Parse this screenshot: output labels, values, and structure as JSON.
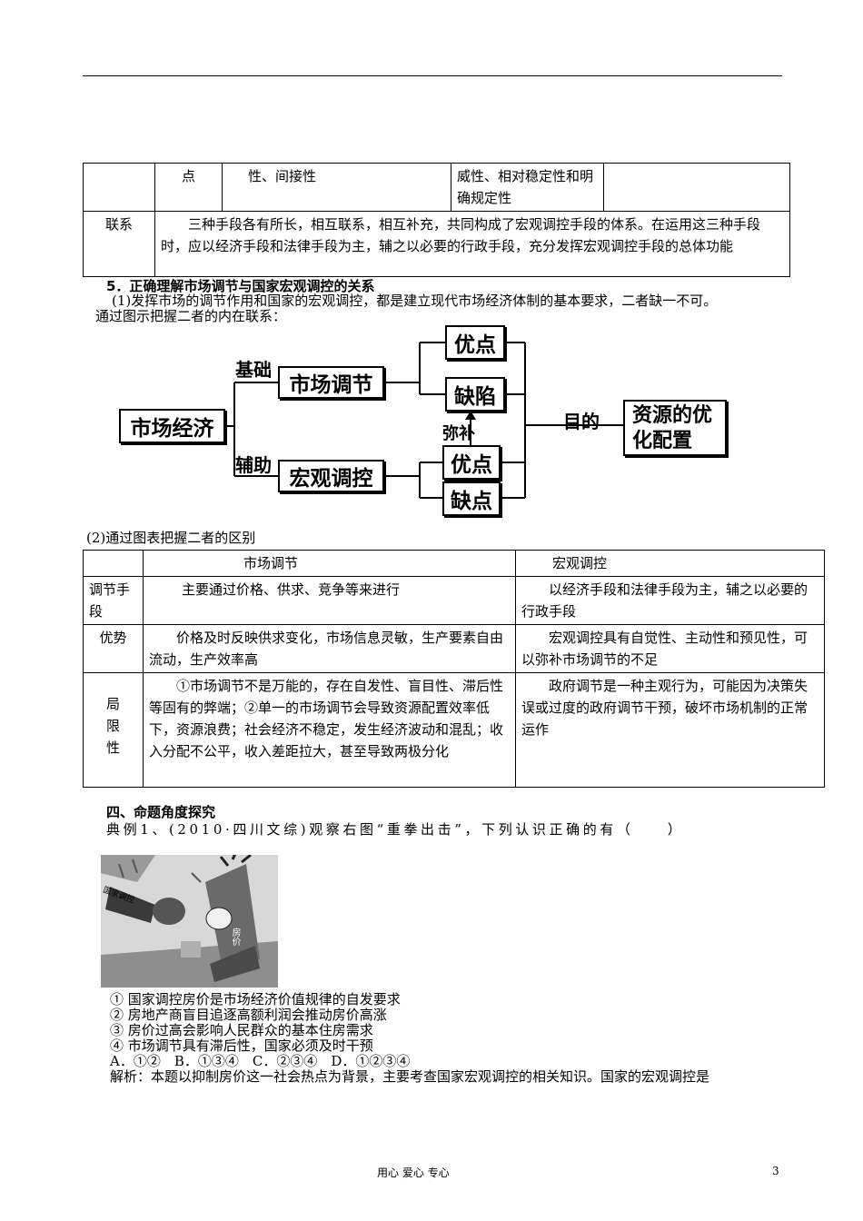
{
  "table1": {
    "row1": {
      "c1": "",
      "c2": "点",
      "c3": "性、间接性",
      "c4": "威性、相对稳定性和明确规定性",
      "c5": ""
    },
    "row2": {
      "label": "联系",
      "text": "三种手段各有所长，相互联系，相互补充，共同构成了宏观调控手段的体系。在运用这三种手段时，应以经济手段和法律手段为主，辅之以必要的行政手段，充分发挥宏观调控手段的总体功能"
    }
  },
  "section5": {
    "heading": "5．正确理解市场调节与国家宏观调控的关系",
    "para1_line1": "(1)发挥市场的调节作用和国家的宏观调控，都是建立现代市场经济体制的基本要求，二者缺一不可。",
    "para1_line2": "通过图示把握二者的内在联系："
  },
  "diagram": {
    "root": "市场经济",
    "label_basis": "基础",
    "label_aux": "辅助",
    "market": "市场调节",
    "macro": "宏观调控",
    "m_adv": "优点",
    "m_def": "缺陷",
    "g_adv": "优点",
    "g_def": "缺点",
    "label_remedy": "弥补",
    "label_goal": "目的",
    "goal": "资源的优化配置"
  },
  "section2_caption": "(2)通过图表把握二者的区别",
  "table2": {
    "headers": [
      "",
      "市场调节",
      "宏观调控"
    ],
    "rows": [
      {
        "label": "调节手段",
        "market": "主要通过价格、供求、竞争等来进行",
        "macro": "以经济手段和法律手段为主，辅之以必要的行政手段"
      },
      {
        "label": "优势",
        "market": "价格及时反映供求变化，市场信息灵敏，生产要素自由流动，生产效率高",
        "macro": "宏观调控具有自觉性、主动性和预见性，可以弥补市场调节的不足"
      },
      {
        "label": "局限性",
        "market": "①市场调节不是万能的，存在自发性、盲目性、滞后性等固有的弊端；②单一的市场调节会导致资源配置效率低下，资源浪费；社会经济不稳定，发生经济波动和混乱；收入分配不公平，收入差距拉大，甚至导致两极分化",
        "macro": "政府调节是一种主观行为，可能因为决策失误或过度的政府调节干预，破坏市场机制的正常运作"
      }
    ]
  },
  "section4": {
    "heading": "四、命题角度探究",
    "example": "典例1、(2010·四川文综)观察右图“重拳出击”，下列认识正确的有（　　）",
    "cartoon_fist_label": "国家调控",
    "cartoon_building_label": "房价",
    "options": [
      "① 国家调控房价是市场经济价值规律的自发要求",
      "② 房地产商盲目追逐高额利润会推动房价高涨",
      "③ 房价过高会影响人民群众的基本住房需求",
      "④ 市场调节具有滞后性，国家必须及时干预"
    ],
    "choices": "A．①②　B．①③④　C．②③④　D．①②③④",
    "analysis": "解析：本题以抑制房价这一社会热点为背景，主要考查国家宏观调控的相关知识。国家的宏观调控是"
  },
  "footer": {
    "center": "用心 爱心 专心",
    "page": "3"
  }
}
